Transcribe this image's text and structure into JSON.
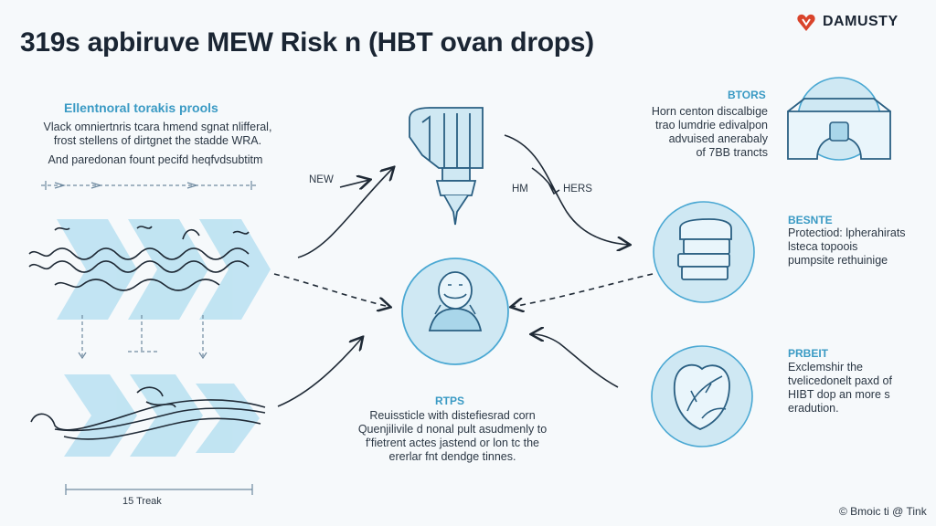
{
  "title": "319s apbiruve MEW Risk n (HBT ovan drops)",
  "brand": {
    "name": "DAMUSTY",
    "logo_icon": "heart-shield-icon",
    "logo_color": "#d9442b"
  },
  "left_panel": {
    "title": "Ellentnoral torakis prools",
    "description_lines": [
      "Vlack omniertnris tcara hmend sgnat nlifferal,",
      "frost stellens of dirtgnet the stadde WRA."
    ],
    "note": "And paredonan fount pecifd heqfvdsubtitm",
    "scale_label": "15 Treak"
  },
  "labels": {
    "new": "NEW",
    "hm": "HM",
    "hers": "HERS"
  },
  "right_top": {
    "heading": "BTORS",
    "lines": [
      "Horn centon discalbige",
      "trao lumdrie edivalpon",
      "advuised anerabaly",
      "of 7BB trancts"
    ]
  },
  "right_middle": {
    "heading": "BESNTE",
    "lines": [
      "Protectiod: lpherahirats",
      "lsteca topoois",
      "pumpsite rethuinige"
    ]
  },
  "right_bottom": {
    "heading": "PRBEIT",
    "lines": [
      "Exclemshir the",
      "tvelicedonelt paxd of",
      "HIBT dop an more s",
      "eradution."
    ]
  },
  "bottom_center": {
    "heading": "RTPS",
    "lines": [
      "Reuissticle with distefiesrad corn",
      "Quenjilivile d nonal pult asudmenly to",
      "f'fietrent actes jastend or lon tc the",
      "ererlar fnt dendge tinnes."
    ]
  },
  "copyright": "© Bmoic ti @ Tink",
  "colors": {
    "circle_fill": "#cfe8f3",
    "circle_stroke": "#4aa8d3",
    "wave_fill": "#bfe3f2",
    "line_dark": "#1f2a36",
    "accent_blue": "#3a9ac4"
  },
  "icons": {
    "center_top": "machine-icon",
    "center": "person-circle-icon",
    "right_top": "bridge-icon",
    "right_middle": "stack-icon",
    "right_bottom": "leaf-icon"
  }
}
